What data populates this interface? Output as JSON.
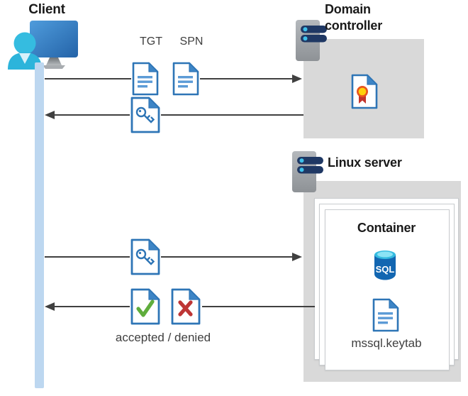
{
  "nodes": {
    "client": {
      "label": "Client"
    },
    "domain_controller": {
      "label": "Domain controller"
    },
    "linux_server": {
      "label": "Linux server"
    },
    "container": {
      "label": "Container",
      "keytab_file": "mssql.keytab",
      "sql_badge": "SQL"
    }
  },
  "flows": {
    "tgt_label": "TGT",
    "spn_label": "SPN",
    "result_label": "accepted / denied"
  },
  "colors": {
    "doc_outline_blue": "#2e75b6",
    "doc_fold_blue": "#3d85c6",
    "doc_text_blue": "#5c9bd6",
    "accept_green": "#5fad3c",
    "deny_red": "#be3535",
    "ribbon_ring_orange": "#e8541f",
    "ribbon_gold": "#ffd10a",
    "ribbon_tail_red": "#c3332b",
    "arrow_gray": "#404040",
    "box_gray": "#d9d9d9",
    "client_bar_blue": "#bdd7f0",
    "server_pill_navy": "#1f3864",
    "server_dot_cyan": "#3fc0ea",
    "sql_body_blue": "#1266b1",
    "sql_top_cyan": "#35bbe0",
    "person_cyan": "#32b9df",
    "monitor_blue": "#2e6db4"
  }
}
